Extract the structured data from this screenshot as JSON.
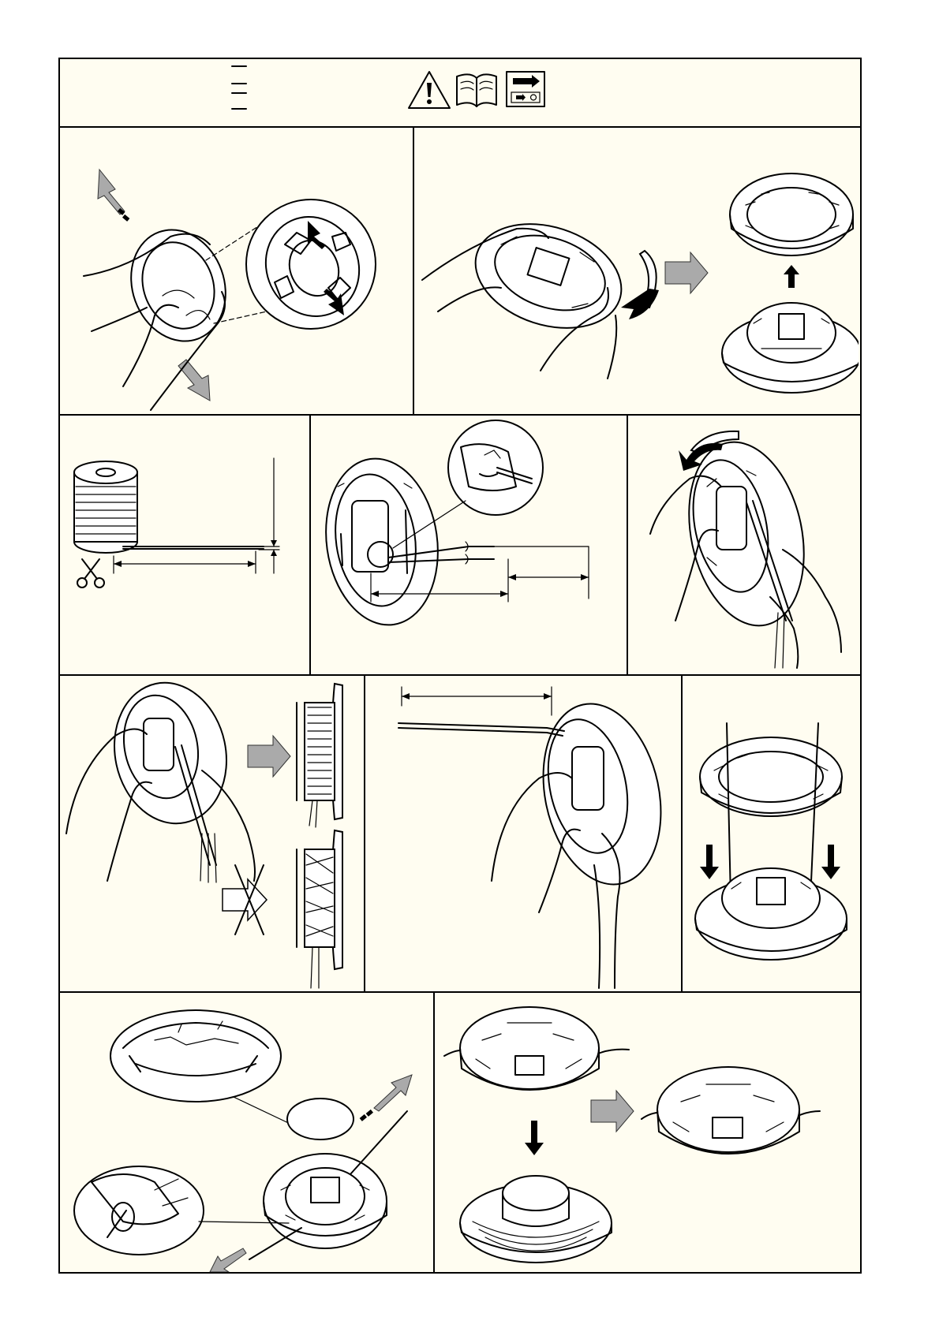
{
  "header": {
    "icons": [
      "dash-marks-icon",
      "warning-triangle-icon",
      "manual-book-icon",
      "section-reference-icon"
    ]
  },
  "panels": [
    {
      "id": "step-1",
      "icons": [
        "release-head-hands",
        "clip-detail-magnifier",
        "pull-arrow-icon"
      ]
    },
    {
      "id": "step-2",
      "icons": [
        "rotate-cover-hands",
        "rotate-arrow-icon",
        "next-arrow-icon",
        "separated-cover",
        "separated-base"
      ]
    },
    {
      "id": "step-3",
      "icons": [
        "trimmer-line-spool",
        "scissors-icon",
        "length-dimension",
        "diameter-dimension"
      ]
    },
    {
      "id": "step-4",
      "icons": [
        "insert-line-spool",
        "eyelet-detail-magnifier",
        "line-length-dimensions"
      ]
    },
    {
      "id": "step-5",
      "icons": [
        "winding-hands",
        "wind-direction-arrow-icon"
      ]
    },
    {
      "id": "step-6",
      "icons": [
        "winding-check-hands",
        "correct-winding",
        "incorrect-winding",
        "cross-mark-icon"
      ]
    },
    {
      "id": "step-7",
      "icons": [
        "clip-line-hands",
        "free-line-dimension"
      ]
    },
    {
      "id": "step-8",
      "icons": [
        "mount-cover-lines",
        "down-arrow-icon"
      ]
    },
    {
      "id": "step-9",
      "icons": [
        "route-line-eyelets",
        "eyelet-detail-top",
        "eyelet-detail-side",
        "pull-line-arrow-icon"
      ]
    },
    {
      "id": "step-10",
      "icons": [
        "assemble-head",
        "down-arrow-icon",
        "next-arrow-icon",
        "assembled-head"
      ]
    }
  ]
}
